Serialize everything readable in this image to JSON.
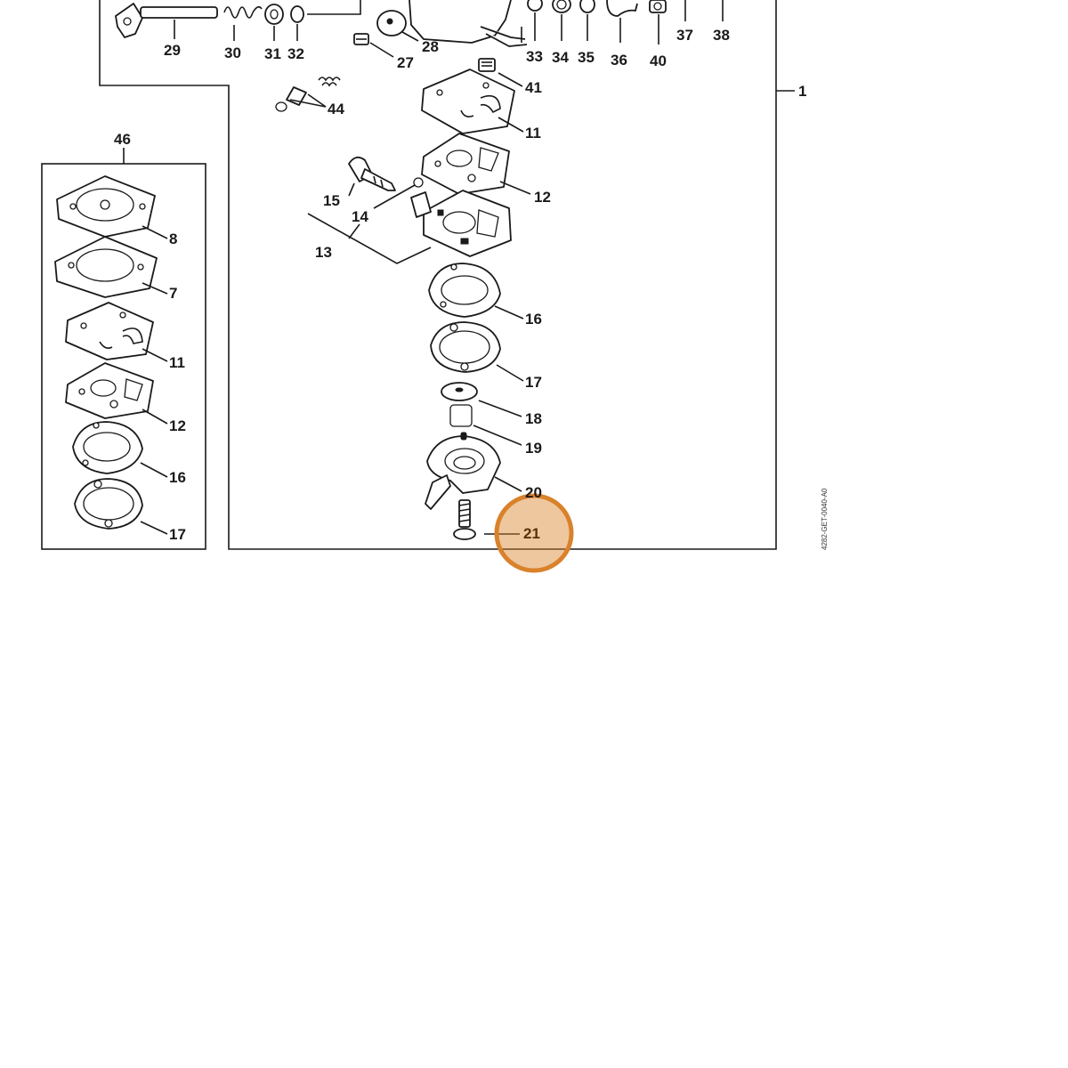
{
  "labels": {
    "l1": "1",
    "l8": "8",
    "l7": "7",
    "l11": "11",
    "l11b": "11",
    "l12": "12",
    "l12b": "12",
    "l13": "13",
    "l14": "14",
    "l15": "15",
    "l16": "16",
    "l16b": "16",
    "l17": "17",
    "l17b": "17",
    "l18": "18",
    "l19": "19",
    "l20": "20",
    "l21": "21",
    "l27": "27",
    "l28": "28",
    "l29": "29",
    "l30": "30",
    "l31": "31",
    "l32": "32",
    "l33": "33",
    "l34": "34",
    "l35": "35",
    "l36": "36",
    "l37": "37",
    "l38": "38",
    "l40": "40",
    "l41": "41",
    "l44": "44",
    "l46": "46"
  },
  "document_id": "4282-GET-0040-A0",
  "highlight": {
    "part": "21",
    "color": "#d9822b"
  }
}
